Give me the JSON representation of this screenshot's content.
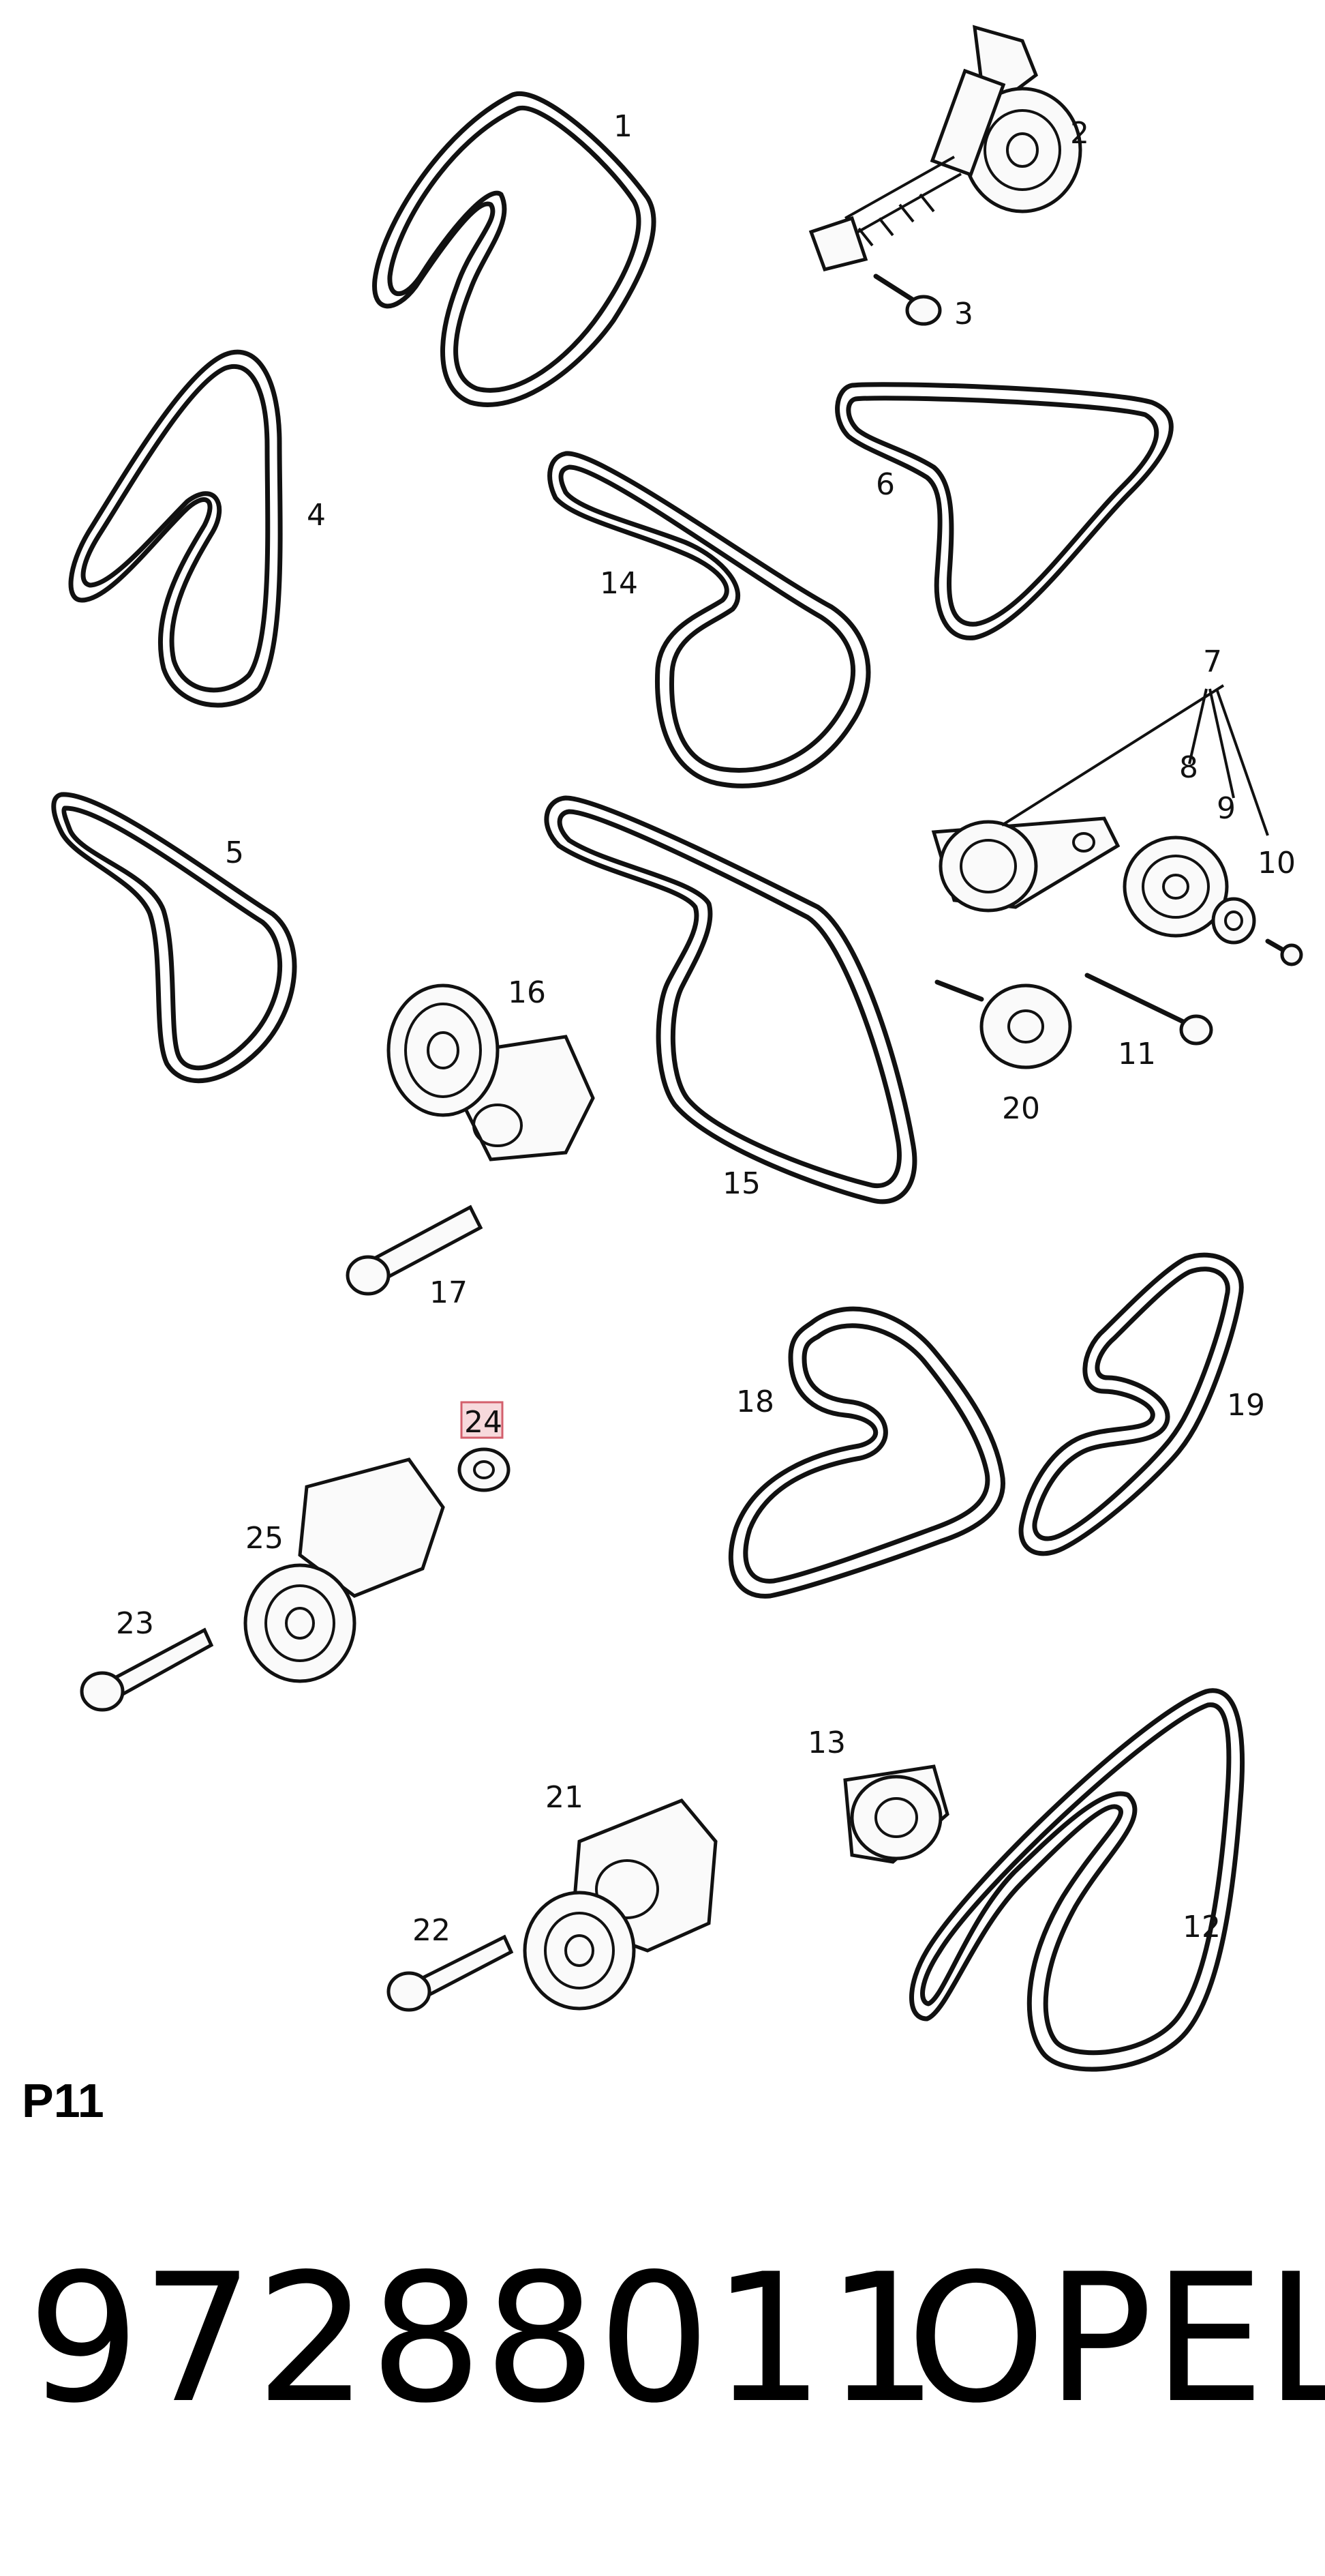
{
  "diagram": {
    "callouts": [
      "1",
      "2",
      "3",
      "4",
      "5",
      "6",
      "7",
      "8",
      "9",
      "10",
      "11",
      "12",
      "13",
      "14",
      "15",
      "16",
      "17",
      "18",
      "19",
      "20",
      "21",
      "22",
      "23",
      "24",
      "25"
    ],
    "highlighted_callout": "24"
  },
  "footer": {
    "page_code": "P11",
    "part_number": "97288011",
    "brand": "OPEL"
  }
}
